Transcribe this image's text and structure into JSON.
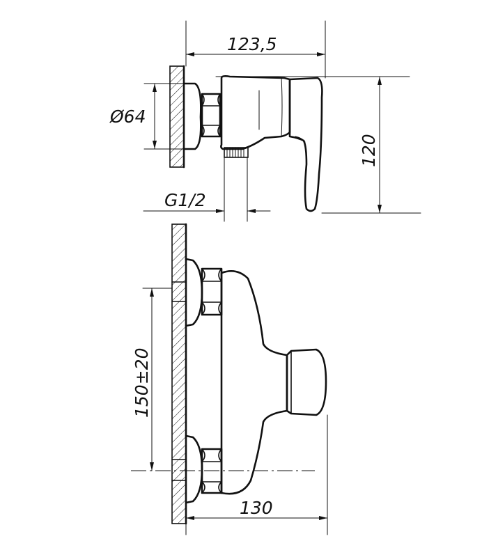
{
  "dimensions": {
    "overall_length": "123,5",
    "flange_diameter": "Ø64",
    "thread": "G1/2",
    "height": "120",
    "inlet_spacing": "150±20",
    "projection": "130"
  },
  "colors": {
    "line": "#111111",
    "background": "#ffffff"
  }
}
